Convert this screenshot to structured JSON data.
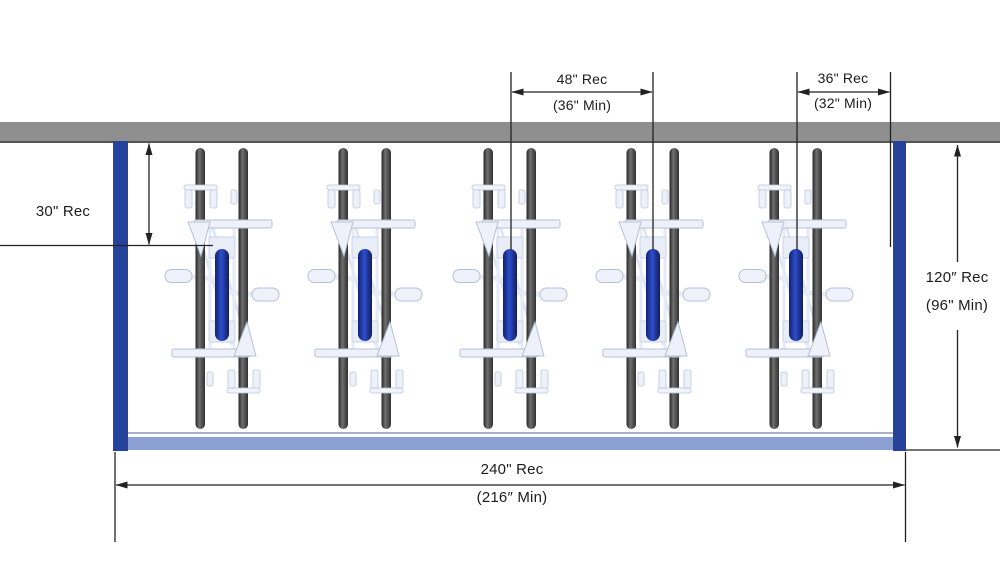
{
  "diagram": {
    "name": "Vertical bike rack room clearance plan (top view)",
    "rack_units": {
      "count": 5,
      "description": "wall-mounted vertical bike rack unit holding two staggered bikes, seen from above"
    },
    "dimensions": {
      "rack_spacing": {
        "rec": "48\" Rec",
        "min": "(36\" Min)"
      },
      "end_clearance": {
        "rec": "36\" Rec",
        "min": "(32\" Min)"
      },
      "wall_offset": {
        "rec": "30\" Rec"
      },
      "room_depth": {
        "rec": "120″ Rec",
        "min": "(96\" Min)"
      },
      "room_width": {
        "rec": "240\" Rec",
        "min": "(216″ Min)"
      }
    },
    "colors": {
      "back_wall": "#8f8f8f",
      "side_posts": "#26439b",
      "floor_strip": "#8c9fd3",
      "rack_bar_blue": "#2d4ecb",
      "tire_gray": "#3a3a3a",
      "dimension_line": "#222222"
    }
  }
}
